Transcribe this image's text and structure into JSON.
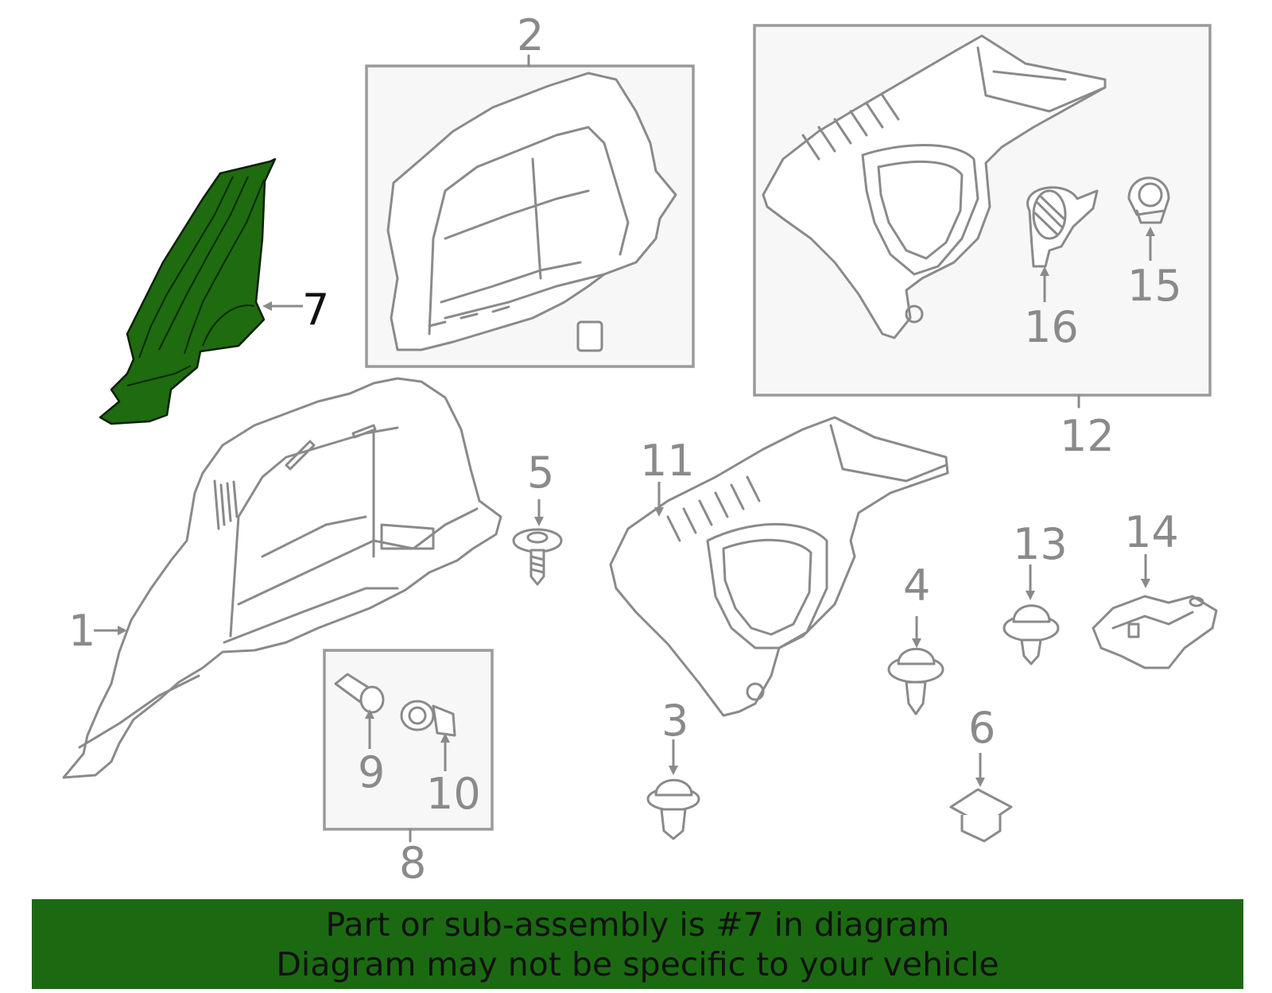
{
  "callouts": {
    "c1": "1",
    "c2": "2",
    "c3": "3",
    "c4": "4",
    "c5": "5",
    "c6": "6",
    "c7": "7",
    "c8": "8",
    "c9": "9",
    "c10": "10",
    "c11": "11",
    "c12": "12",
    "c13": "13",
    "c14": "14",
    "c15": "15",
    "c16": "16"
  },
  "highlighted_part": "7",
  "colors": {
    "highlight": "#1f6b0f",
    "banner": "#1b6a12",
    "line": "#8a8a8a"
  },
  "banner": {
    "line1": "Part or sub-assembly is #7 in diagram",
    "line2": "Diagram may not be specific to your vehicle"
  }
}
